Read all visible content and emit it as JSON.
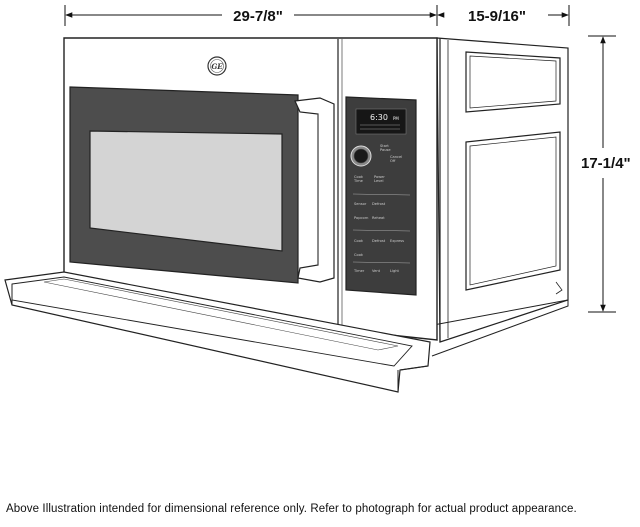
{
  "dimensions": {
    "width": "29-7/8\"",
    "depth": "15-9/16\"",
    "height": "17-1/4\""
  },
  "control_panel": {
    "clock": "6:30",
    "clock_suffix": "PM",
    "button_labels": [
      "Start",
      "Pause",
      "Cancel",
      "Off",
      "Cook",
      "Time",
      "Power",
      "Level",
      "Sensor",
      "Defrost",
      "Popcorn",
      "Reheat",
      "Cook",
      "Defrost",
      "Express",
      "Cook",
      "Timer",
      "Vent",
      "Light"
    ]
  },
  "brand": "GE",
  "note": "Above Illustration intended for dimensional reference only. Refer to photograph for actual product appearance."
}
